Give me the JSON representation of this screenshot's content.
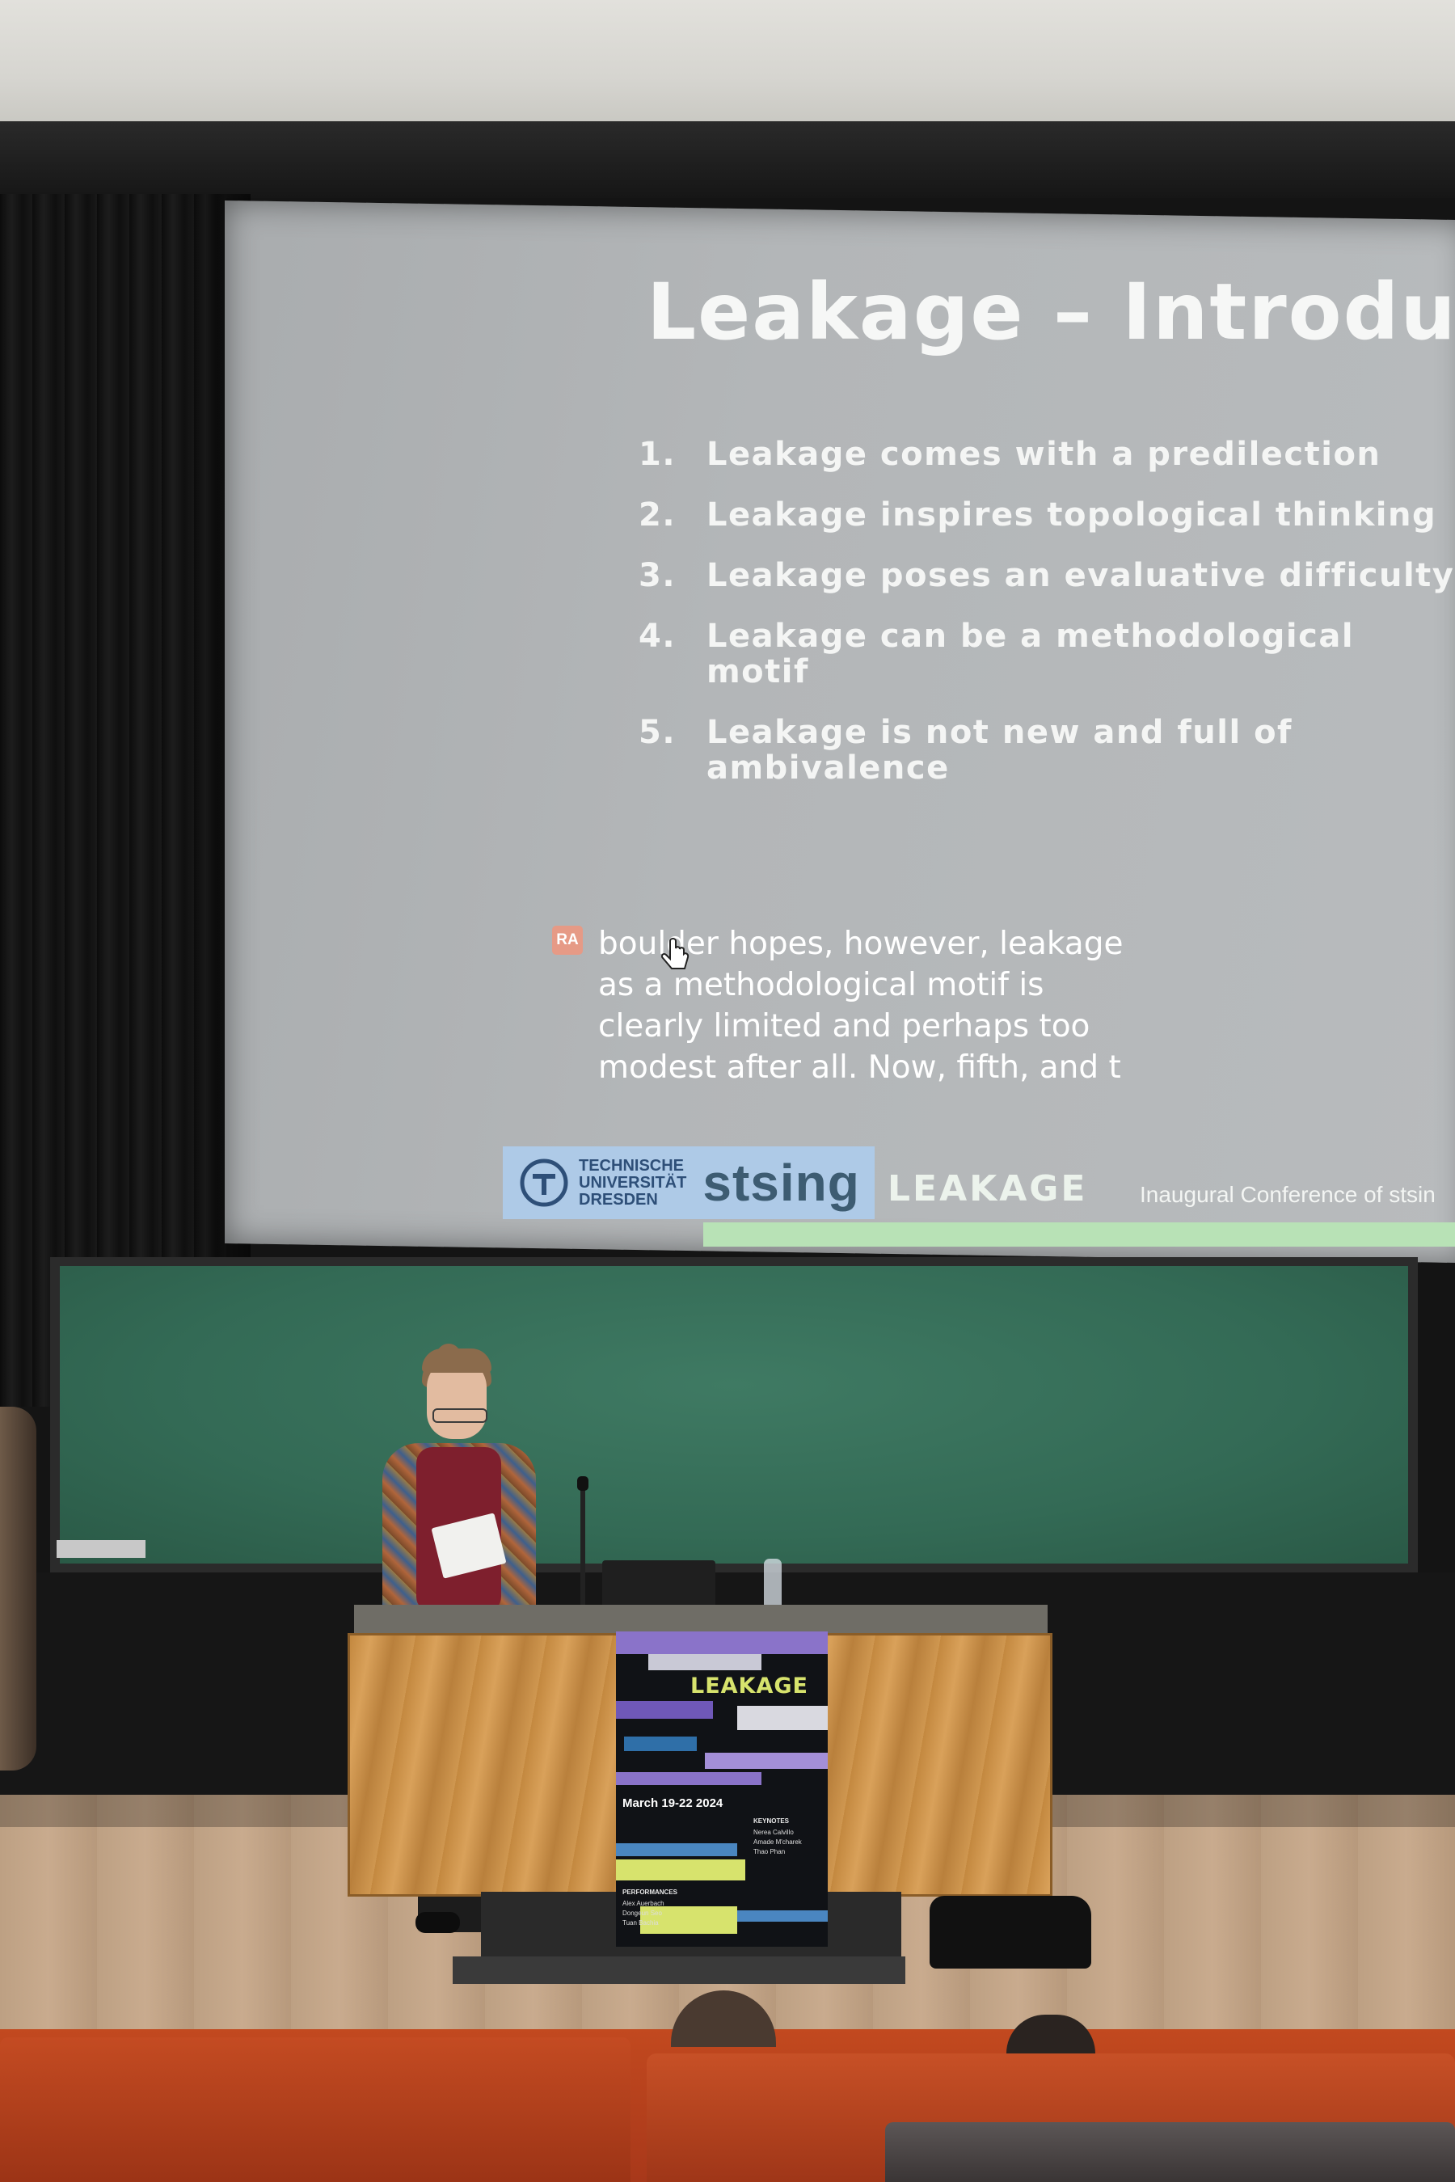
{
  "slide": {
    "title": "Leakage – Introdu",
    "items": [
      {
        "num": "1.",
        "text": "Leakage comes with a predilection"
      },
      {
        "num": "2.",
        "text": "Leakage inspires topological thinking"
      },
      {
        "num": "3.",
        "text": "Leakage poses an evaluative difficulty"
      },
      {
        "num": "4.",
        "text": "Leakage can be a methodological motif"
      },
      {
        "num": "5.",
        "text": "Leakage is not new and full of ambivalence"
      }
    ],
    "caption": {
      "badge": "RA",
      "lines": [
        "boulder hopes, however, leakage",
        "as a methodological motif is",
        "clearly limited and perhaps too",
        "modest after all. Now, fifth, and t"
      ]
    },
    "footer": {
      "tud_lines": [
        "TECHNISCHE",
        "UNIVERSITÄT",
        "DRESDEN"
      ],
      "stsing": "stsing",
      "leakage": "LEAKAGE",
      "conference": "Inaugural Conference of stsin"
    }
  },
  "poster": {
    "title": "LEAKAGE",
    "dates": "March 19-22 2024",
    "keynotes_heading": "KEYNOTES",
    "keynotes": [
      "Nerea Calvillo",
      "Amade M'charek",
      "Thao Phan"
    ],
    "performances_heading": "PERFORMANCES",
    "performances": [
      "Alex Auerbach",
      "Dongeun Seo",
      "Tuan Bachia"
    ]
  },
  "colors": {
    "screen": "#b3b6b8",
    "slide_text": "#f4f5f4",
    "board": "#336a55",
    "lectern_wood": "#d9a15a",
    "seats": "#c2491f",
    "poster_accent": "#d7e36d",
    "footer_green": "#b8e2b6",
    "tud_blue": "#aecae7"
  }
}
